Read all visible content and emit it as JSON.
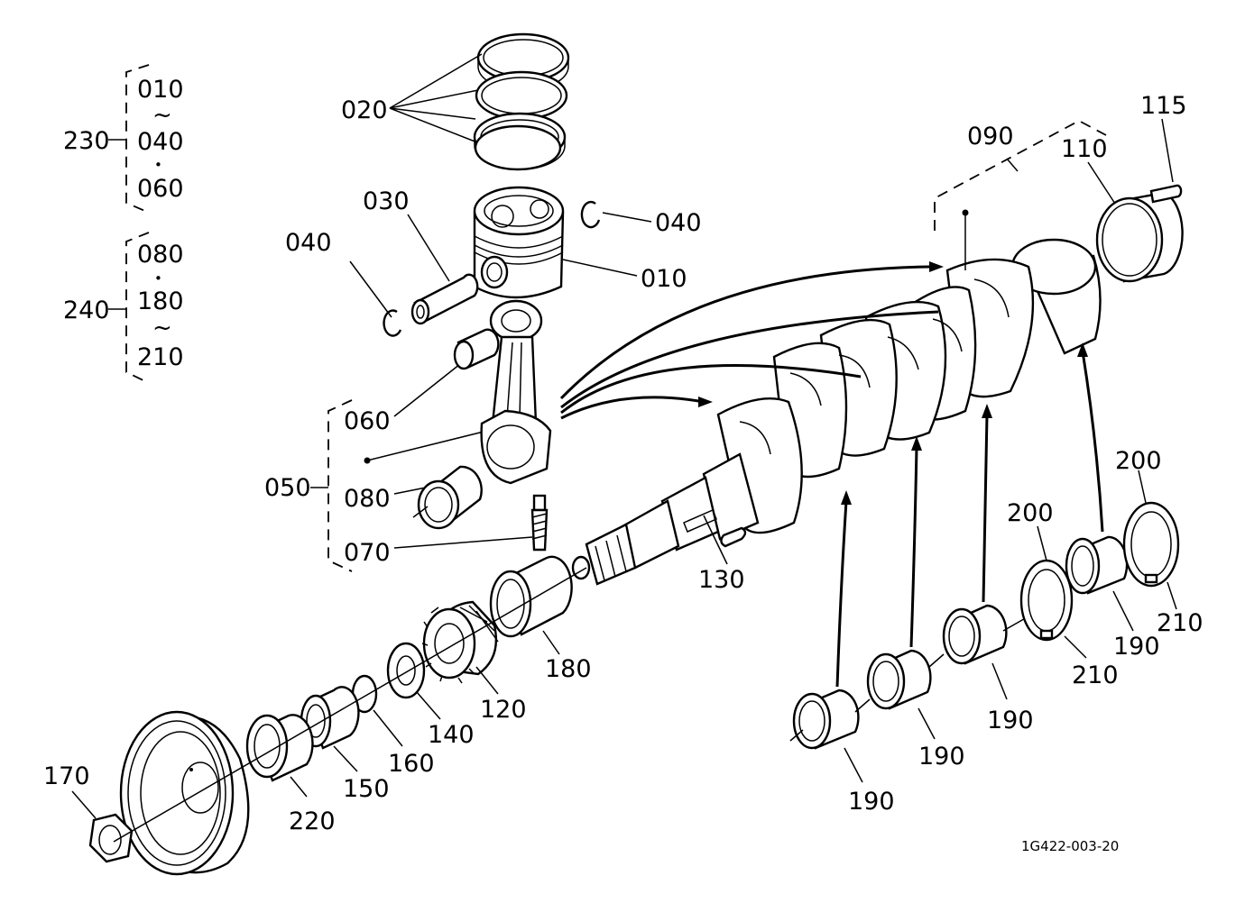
{
  "labels": {
    "l010": "010",
    "l020": "020",
    "l030": "030",
    "l040a": "040",
    "l040b": "040",
    "l050": "050",
    "l060": "060",
    "l070": "070",
    "l080": "080",
    "l090": "090",
    "l110": "110",
    "l115": "115",
    "l120": "120",
    "l130": "130",
    "l140": "140",
    "l150": "150",
    "l160": "160",
    "l170": "170",
    "l180": "180",
    "l190a": "190",
    "l190b": "190",
    "l190c": "190",
    "l190d": "190",
    "l200a": "200",
    "l200b": "200",
    "l210a": "210",
    "l210b": "210",
    "l220": "220"
  },
  "group230": {
    "number": "230",
    "from": "010",
    "tilde": "~",
    "mid": "040",
    "dot": "•",
    "to": "060"
  },
  "group240": {
    "number": "240",
    "from": "080",
    "dot": "•",
    "mid": "180",
    "tilde": "~",
    "to": "210"
  },
  "group050": {
    "number": "050",
    "i1": "060",
    "i2": "080",
    "i3": "070"
  },
  "drawing_code": "1G422-003-20"
}
